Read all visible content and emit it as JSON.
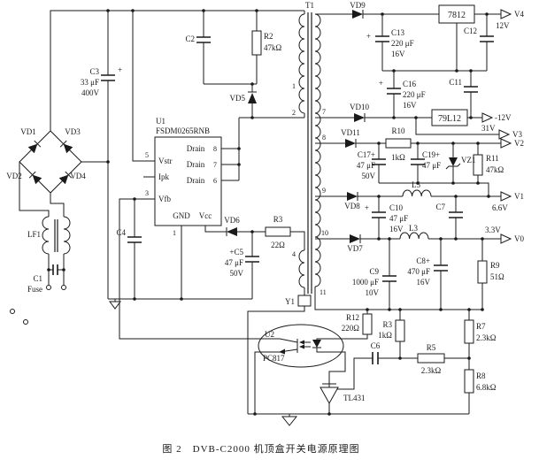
{
  "caption": "图 2　DVB-C2000 机顶盒开关电源原理图",
  "symbols": {
    "plus": "+"
  },
  "colors": {
    "ink": "#1a1a1a",
    "bg": "#ffffff"
  },
  "bridge": {
    "vd1": "VD1",
    "vd2": "VD2",
    "vd3": "VD3",
    "vd4": "VD4"
  },
  "input": {
    "lf1": "LF1",
    "c1": "C1",
    "fuse": "Fuse",
    "c3": "C3",
    "c3_val": "33 μF",
    "c3_v": "400V"
  },
  "snubber": {
    "c2": "C2",
    "r2": "R2",
    "r2_val": "47kΩ",
    "vd5": "VD5"
  },
  "u1": {
    "ref": "U1",
    "part": "FSDM0265RNB",
    "vstr": "Vstr",
    "ipk": "Ipk",
    "vfb": "Vfb",
    "gnd": "GND",
    "vcc": "Vcc",
    "drain": "Drain",
    "p5": "5",
    "p3": "3",
    "p1": "1",
    "p8": "8",
    "p7": "7",
    "p6": "6"
  },
  "vcc_circuit": {
    "vd6": "VD6",
    "c5": "+C5",
    "c5_val": "47 μF",
    "c5_v": "50V",
    "r3": "R3",
    "r3_val": "22Ω",
    "c4": "C4"
  },
  "t1": {
    "ref": "T1",
    "p1": "1",
    "p2": "2",
    "p4": "4",
    "p7": "7",
    "p8": "8",
    "p9": "9",
    "p10": "10",
    "p11": "11",
    "y1": "Y1"
  },
  "rail12": {
    "vd9": "VD9",
    "c13": "C13",
    "c13_val": "220 μF",
    "c13_v": "16V",
    "reg": "7812",
    "c12": "C12",
    "net": "V4",
    "v": "12V"
  },
  "rail_neg12": {
    "vd10": "VD10",
    "c16": "C16",
    "c16_val": "220 μF",
    "c16_v": "16V",
    "c11": "C11",
    "reg": "79L12",
    "out": "-12V",
    "net": "V3",
    "v": "31V"
  },
  "rail_v2": {
    "vd11": "VD11",
    "r10": "R10",
    "r10_val": "1kΩ",
    "c17": "C17+",
    "c17_val": "47 μF",
    "c17_v": "50V",
    "c19": "C19+",
    "c19_val": "47 μF",
    "vz1": "VZ1",
    "r11": "R11",
    "r11_val": "47kΩ",
    "net": "V2"
  },
  "rail_v1": {
    "vd8": "VD8",
    "c10": "C10",
    "c10_val": "47 μF",
    "c10_v": "16V",
    "l5": "L5",
    "c7": "C7",
    "net": "V1",
    "v": "6.6V"
  },
  "rail_v0": {
    "vd7": "VD7",
    "l3": "L3",
    "c9": "C9",
    "c9_val": "1000 μF",
    "c9_v": "10V",
    "c8": "C8+",
    "c8_val": "470 μF",
    "c8_v": "16V",
    "r9": "R9",
    "r9_val": "51Ω",
    "net": "V0",
    "v": "3.3V"
  },
  "feedback": {
    "r12": "R12",
    "r12_val": "220Ω",
    "u2": "U2",
    "u2_part": "PC817",
    "r13": "R3",
    "r13_val": "1kΩ",
    "c6": "C6",
    "r5": "R5",
    "r5_val": "2.3kΩ",
    "r7": "R7",
    "r7_val": "2.3kΩ",
    "r8": "R8",
    "r8_val": "6.8kΩ",
    "tl431": "TL431"
  }
}
